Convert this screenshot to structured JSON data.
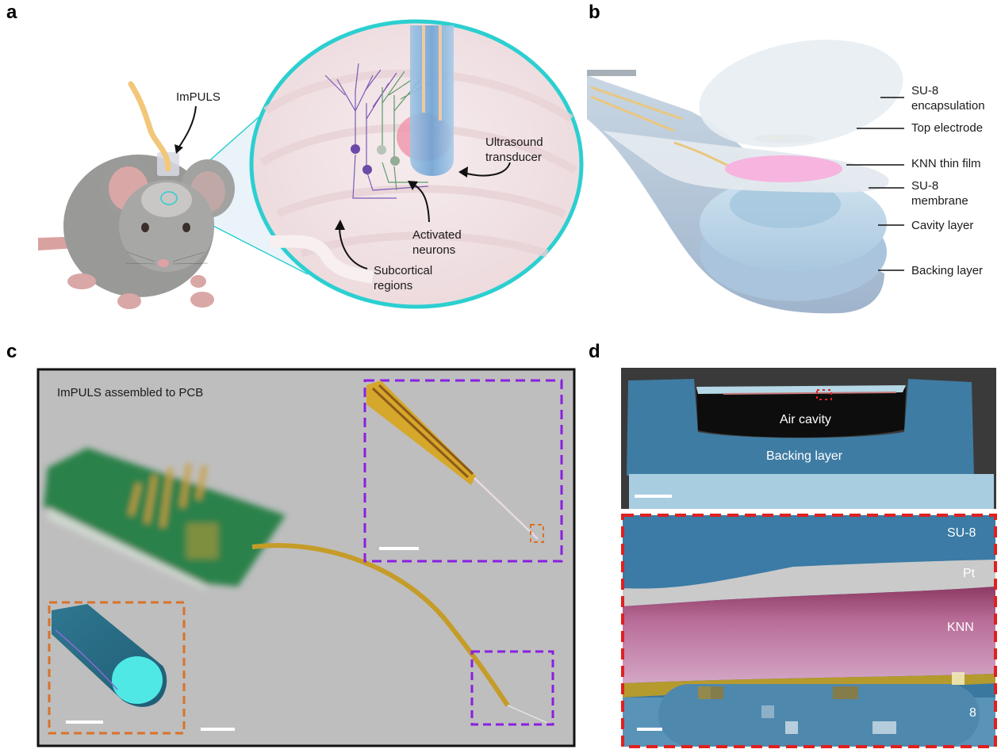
{
  "figure": {
    "panels": {
      "a": {
        "letter": "a",
        "labels": {
          "device": "ImPULS",
          "transducer": "Ultrasound\ntransducer",
          "neurons": "Activated\nneurons",
          "subcortical": "Subcortical\nregions"
        },
        "colors": {
          "zoom_ring": "#2ccfd0",
          "brain": "#f3e6e8",
          "mouse": "#9a9a98",
          "cable": "#f2c77a"
        }
      },
      "b": {
        "letter": "b",
        "layers": [
          "SU-8\nencapsulation",
          "Top electrode",
          "KNN thin film",
          "SU-8\nmembrane",
          "Cavity layer",
          "Backing layer"
        ],
        "colors": {
          "knn": "#f4a9d8",
          "backing": "#b9d3e6",
          "encapsulation": "#dde8ee"
        }
      },
      "c": {
        "letter": "c",
        "caption": "ImPULS assembled to PCB",
        "colors": {
          "inset_purple": "#8a1fe0",
          "inset_orange": "#d9722a",
          "background": "#bdbdbd",
          "pcb": "#2f8a4e",
          "flex": "#c9a02a"
        }
      },
      "d": {
        "letter": "d",
        "top_labels": {
          "cavity": "Air cavity",
          "backing": "Backing layer"
        },
        "bottom_labels": [
          "SU-8",
          "Pt",
          "KNN",
          "8"
        ],
        "colors": {
          "su8": "#3f7fa6",
          "pt": "#c8c8c8",
          "knn": "#c98fb3",
          "au": "#b59a2e",
          "inset_border": "#e0201f"
        }
      }
    }
  }
}
